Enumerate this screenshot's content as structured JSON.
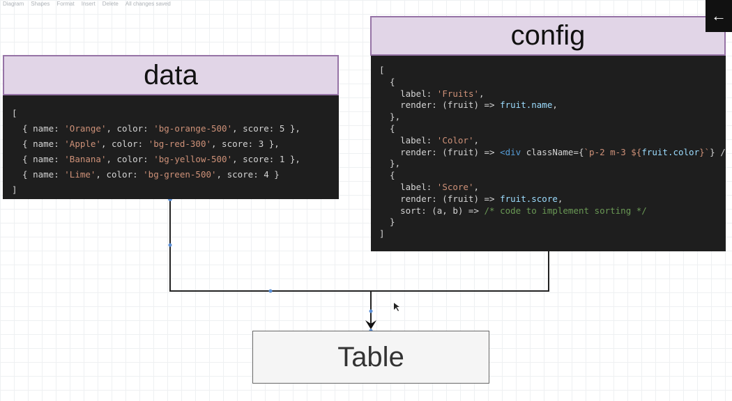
{
  "toolbar": {
    "items": [
      "Diagram",
      "Shapes",
      "Format",
      "Insert",
      "Delete",
      "All changes saved"
    ]
  },
  "data_node": {
    "title": "data",
    "code_lines": [
      [
        [
          "p",
          "["
        ]
      ],
      [
        [
          "p",
          "  { name: "
        ],
        [
          "s",
          "'Orange'"
        ],
        [
          "p",
          ", color: "
        ],
        [
          "s",
          "'bg-orange-500'"
        ],
        [
          "p",
          ", score: 5 },"
        ]
      ],
      [
        [
          "p",
          "  { name: "
        ],
        [
          "s",
          "'Apple'"
        ],
        [
          "p",
          ", color: "
        ],
        [
          "s",
          "'bg-red-300'"
        ],
        [
          "p",
          ", score: 3 },"
        ]
      ],
      [
        [
          "p",
          "  { name: "
        ],
        [
          "s",
          "'Banana'"
        ],
        [
          "p",
          ", color: "
        ],
        [
          "s",
          "'bg-yellow-500'"
        ],
        [
          "p",
          ", score: 1 },"
        ]
      ],
      [
        [
          "p",
          "  { name: "
        ],
        [
          "s",
          "'Lime'"
        ],
        [
          "p",
          ", color: "
        ],
        [
          "s",
          "'bg-green-500'"
        ],
        [
          "p",
          ", score: 4 }"
        ]
      ],
      [
        [
          "p",
          "]"
        ]
      ]
    ]
  },
  "config_node": {
    "title": "config",
    "code_lines": [
      [
        [
          "p",
          "["
        ]
      ],
      [
        [
          "p",
          "  {"
        ]
      ],
      [
        [
          "p",
          "    label: "
        ],
        [
          "s",
          "'Fruits'"
        ],
        [
          "p",
          ","
        ]
      ],
      [
        [
          "p",
          "    render: (fruit) => "
        ],
        [
          "v",
          "fruit.name"
        ],
        [
          "p",
          ","
        ]
      ],
      [
        [
          "p",
          "  },"
        ]
      ],
      [
        [
          "p",
          "  {"
        ]
      ],
      [
        [
          "p",
          "    label: "
        ],
        [
          "s",
          "'Color'"
        ],
        [
          "p",
          ","
        ]
      ],
      [
        [
          "p",
          "    render: (fruit) => "
        ],
        [
          "t",
          "<div"
        ],
        [
          "p",
          " className={"
        ],
        [
          "s",
          "`p-2 m-3 ${"
        ],
        [
          "v",
          "fruit.color"
        ],
        [
          "s",
          "}`"
        ],
        [
          "p",
          "} />,"
        ]
      ],
      [
        [
          "p",
          "  },"
        ]
      ],
      [
        [
          "p",
          "  {"
        ]
      ],
      [
        [
          "p",
          "    label: "
        ],
        [
          "s",
          "'Score'"
        ],
        [
          "p",
          ","
        ]
      ],
      [
        [
          "p",
          "    render: (fruit) => "
        ],
        [
          "v",
          "fruit.score"
        ],
        [
          "p",
          ","
        ]
      ],
      [
        [
          "p",
          "    sort: (a, b) => "
        ],
        [
          "c",
          "/* code to implement sorting */"
        ]
      ],
      [
        [
          "p",
          "  }"
        ]
      ],
      [
        [
          "p",
          "]"
        ]
      ]
    ]
  },
  "table_node": {
    "title": "Table"
  },
  "back_button": {
    "icon": "arrow-left-icon",
    "glyph": "←"
  },
  "colors": {
    "header_fill": "#e1d5e7",
    "header_border": "#9673a6",
    "code_bg": "#1e1e1e",
    "string": "#ce9178",
    "variable": "#9cdcfe",
    "tag": "#569cd6",
    "comment": "#6a9955"
  }
}
